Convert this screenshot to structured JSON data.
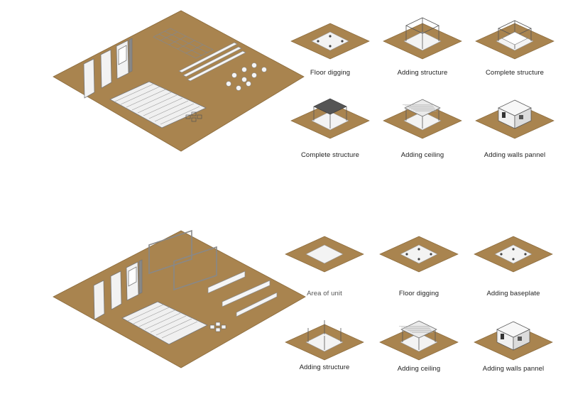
{
  "colors": {
    "ground": "#a9844f",
    "ground_edge": "#8a6a3c",
    "panel_fill": "#f3f3f3",
    "panel_stroke": "#7a7a7a",
    "dark_slab": "#555555"
  },
  "top_set": {
    "steps": [
      {
        "caption": "Floor digging",
        "stage": "digging"
      },
      {
        "caption": "Adding structure",
        "stage": "structure"
      },
      {
        "caption": "Complete  structure",
        "stage": "complete"
      },
      {
        "caption": "Complete  structure",
        "stage": "complete_dark"
      },
      {
        "caption": "Adding ceiling",
        "stage": "ceiling"
      },
      {
        "caption": "Adding walls pannel",
        "stage": "walls"
      }
    ]
  },
  "bottom_set": {
    "steps": [
      {
        "caption": "Area of unit",
        "stage": "area"
      },
      {
        "caption": "Floor digging",
        "stage": "digging"
      },
      {
        "caption": "Adding baseplate",
        "stage": "baseplate"
      },
      {
        "caption": "Adding structure",
        "stage": "structure_simple"
      },
      {
        "caption": "Adding ceiling",
        "stage": "ceiling2"
      },
      {
        "caption": "Adding walls pannel",
        "stage": "walls2"
      }
    ]
  }
}
